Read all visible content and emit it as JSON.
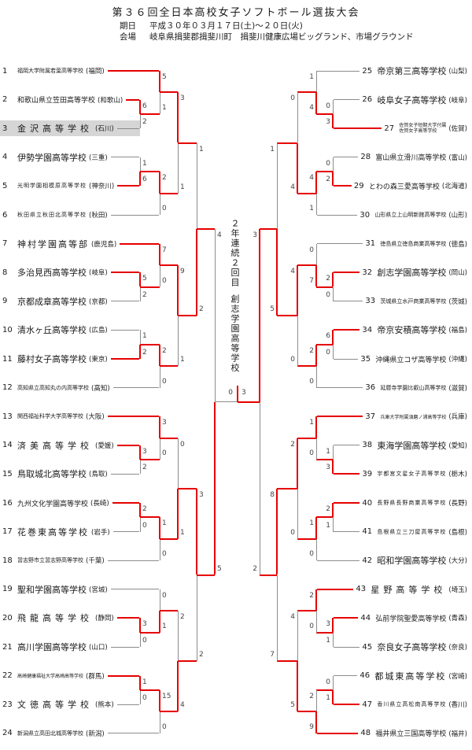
{
  "title": "第３６回全日本高校女子ソフトボール選抜大会",
  "meta": {
    "date_label": "期日",
    "date": "平成３０年０３月１７日(土)～２０日(火)",
    "venue_label": "会場",
    "venue": "岐阜県揖斐郡揖斐川町　揖斐川健康広場ビッグランド、市場グラウンド"
  },
  "champion": {
    "streak_note": "２年連続２回目",
    "name": "創志学園高等学校"
  },
  "colors": {
    "winner_line": "#e60000",
    "loser_line": "#8c8c8c",
    "highlight_bg": "#d6d6d6",
    "score_text": "#444444"
  },
  "teams": [
    {
      "num": 1,
      "name": "福岡大学附属若葉高等学校",
      "pref": "福岡",
      "size": "s"
    },
    {
      "num": 2,
      "name": "和歌山県立笠田高等学校",
      "pref": "和歌山",
      "size": "m"
    },
    {
      "num": 3,
      "name": "金沢高等学校",
      "pref": "石川",
      "size": "l",
      "sp": 5,
      "highlight": true
    },
    {
      "num": 4,
      "name": "伊勢学園高等学校",
      "pref": "三重",
      "size": "l"
    },
    {
      "num": 5,
      "name": "光明学園相模原高等学校",
      "pref": "神奈川",
      "size": "s",
      "sp": 1
    },
    {
      "num": 6,
      "name": "秋田県立秋田北高等学校",
      "pref": "秋田",
      "size": "s",
      "sp": 1
    },
    {
      "num": 7,
      "name": "神村学園高等部",
      "pref": "鹿児島",
      "size": "l",
      "sp": 2
    },
    {
      "num": 8,
      "name": "多治見西高等学校",
      "pref": "岐阜",
      "size": "l"
    },
    {
      "num": 9,
      "name": "京都成章高等学校",
      "pref": "京都",
      "size": "l"
    },
    {
      "num": 10,
      "name": "清水ヶ丘高等学校",
      "pref": "広島",
      "size": "l"
    },
    {
      "num": 11,
      "name": "藤村女子高等学校",
      "pref": "東京",
      "size": "l"
    },
    {
      "num": 12,
      "name": "高知県立高知丸の内高等学校",
      "pref": "高知",
      "size": "s"
    },
    {
      "num": 13,
      "name": "関西福祉科学大学高等学校",
      "pref": "大阪",
      "size": "s"
    },
    {
      "num": 14,
      "name": "済美高等学校",
      "pref": "愛媛",
      "size": "l",
      "sp": 5
    },
    {
      "num": 15,
      "name": "鳥取城北高等学校",
      "pref": "鳥取",
      "size": "l"
    },
    {
      "num": 16,
      "name": "九州文化学園高等学校",
      "pref": "長崎",
      "size": "m"
    },
    {
      "num": 17,
      "name": "花巻東高等学校",
      "pref": "岩手",
      "size": "l",
      "sp": 2
    },
    {
      "num": 18,
      "name": "習志野市立習志野高等学校",
      "pref": "千葉",
      "size": "s"
    },
    {
      "num": 19,
      "name": "聖和学園高等学校",
      "pref": "宮城",
      "size": "l"
    },
    {
      "num": 20,
      "name": "飛龍高等学校",
      "pref": "静岡",
      "size": "l",
      "sp": 5
    },
    {
      "num": 21,
      "name": "高川学園高等学校",
      "pref": "山口",
      "size": "l"
    },
    {
      "num": 22,
      "name": "高崎健康福祉大学高崎高等学校",
      "pref": "群馬",
      "size": "xs"
    },
    {
      "num": 23,
      "name": "文徳高等学校",
      "pref": "熊本",
      "size": "l",
      "sp": 5
    },
    {
      "num": 24,
      "name": "新潟県立高田北城高等学校",
      "pref": "新潟",
      "size": "s"
    },
    {
      "num": 25,
      "name": "帝京第三高等学校",
      "pref": "山梨",
      "size": "l"
    },
    {
      "num": 26,
      "name": "岐阜女子高等学校",
      "pref": "岐阜",
      "size": "l"
    },
    {
      "num": 27,
      "name": "佐賀女子短期大学付属",
      "name2": "佐賀女子高等学校",
      "pref": "佐賀",
      "size": "xs"
    },
    {
      "num": 28,
      "name": "富山県立滑川高等学校",
      "pref": "富山",
      "size": "m"
    },
    {
      "num": 29,
      "name": "とわの森三愛高等学校",
      "pref": "北海道",
      "size": "m"
    },
    {
      "num": 30,
      "name": "山形県立上山明新館高等学校",
      "pref": "山形",
      "size": "s"
    },
    {
      "num": 31,
      "name": "徳島県立徳島商業高等学校",
      "pref": "徳島",
      "size": "s"
    },
    {
      "num": 32,
      "name": "創志学園高等学校",
      "pref": "岡山",
      "size": "l"
    },
    {
      "num": 33,
      "name": "茨城県立水戸商業高等学校",
      "pref": "茨城",
      "size": "s"
    },
    {
      "num": 34,
      "name": "帝京安積高等学校",
      "pref": "福島",
      "size": "l"
    },
    {
      "num": 35,
      "name": "沖縄県立コザ高等学校",
      "pref": "沖縄",
      "size": "m"
    },
    {
      "num": 36,
      "name": "延暦寺学園比叡山高等学校",
      "pref": "滋賀",
      "size": "s"
    },
    {
      "num": 37,
      "name": "兵庫大学附属須磨ノ浦高等学校",
      "pref": "兵庫",
      "size": "xs"
    },
    {
      "num": 38,
      "name": "東海学園高等学校",
      "pref": "愛知",
      "size": "l"
    },
    {
      "num": 39,
      "name": "宇都宮文星女子高等学校",
      "pref": "栃木",
      "size": "s",
      "sp": 1
    },
    {
      "num": 40,
      "name": "長野県長野商業高等学校",
      "pref": "長野",
      "size": "s",
      "sp": 1
    },
    {
      "num": 41,
      "name": "島根県立三刀屋高等学校",
      "pref": "島根",
      "size": "s",
      "sp": 1
    },
    {
      "num": 42,
      "name": "昭和学園高等学校",
      "pref": "大分",
      "size": "l"
    },
    {
      "num": 43,
      "name": "星野高等学校",
      "pref": "埼玉",
      "size": "l",
      "sp": 5
    },
    {
      "num": 44,
      "name": "弘前学院聖愛高等学校",
      "pref": "青森",
      "size": "m"
    },
    {
      "num": 45,
      "name": "奈良女子高等学校",
      "pref": "奈良",
      "size": "l"
    },
    {
      "num": 46,
      "name": "都城東高等学校",
      "pref": "宮崎",
      "size": "l",
      "sp": 2
    },
    {
      "num": 47,
      "name": "香川県立高松南高等学校",
      "pref": "香川",
      "size": "s",
      "sp": 1
    },
    {
      "num": 48,
      "name": "福井県立三国高等学校",
      "pref": "福井",
      "size": "m"
    }
  ],
  "blocks": [
    {
      "r1a": [
        6,
        2
      ],
      "r1b": [
        1,
        6
      ],
      "r2a": [
        5,
        1
      ],
      "r2b": [
        2,
        0
      ],
      "r3": [
        3,
        1
      ]
    },
    {
      "r1a": [
        5,
        2
      ],
      "r1b": [
        1,
        2
      ],
      "r2a": [
        7,
        0
      ],
      "r2b": [
        2,
        0
      ],
      "r3": [
        9,
        1
      ]
    },
    {
      "r1a": [
        3,
        2
      ],
      "r1b": [
        2,
        0
      ],
      "r2a": [
        3,
        0
      ],
      "r2b": [
        1,
        0
      ],
      "r3": [
        0,
        1
      ]
    },
    {
      "r1a": [
        3,
        0
      ],
      "r1b": [
        1,
        0
      ],
      "r2a": [
        0,
        1
      ],
      "r2b": [
        15,
        0
      ],
      "r3": [
        2,
        4
      ]
    },
    {
      "r1a": [
        0,
        3
      ],
      "r1b": [
        0,
        2
      ],
      "r2a": [
        1,
        4
      ],
      "r2b": [
        4,
        1
      ],
      "r3": [
        0,
        4
      ]
    },
    {
      "r1a": [
        2,
        0
      ],
      "r1b": [
        6,
        0
      ],
      "r2a": [
        0,
        7
      ],
      "r2b": [
        2,
        0
      ],
      "r3": [
        4,
        0
      ]
    },
    {
      "r1a": [
        1,
        3
      ],
      "r1b": [
        2,
        1
      ],
      "r2a": [
        1,
        0
      ],
      "r2b": [
        1,
        0
      ],
      "r3": [
        2,
        0
      ]
    },
    {
      "r1a": [
        3,
        1
      ],
      "r1b": [
        0,
        1
      ],
      "r2a": [
        2,
        0
      ],
      "r2b": [
        2,
        9
      ],
      "r3": [
        4,
        5
      ]
    }
  ],
  "quarterfinals": [
    [
      1,
      2
    ],
    [
      3,
      2
    ],
    [
      1,
      5
    ],
    [
      8,
      7
    ]
  ],
  "semifinals": [
    [
      4,
      5
    ],
    [
      3,
      2
    ]
  ],
  "final": [
    0,
    3
  ]
}
